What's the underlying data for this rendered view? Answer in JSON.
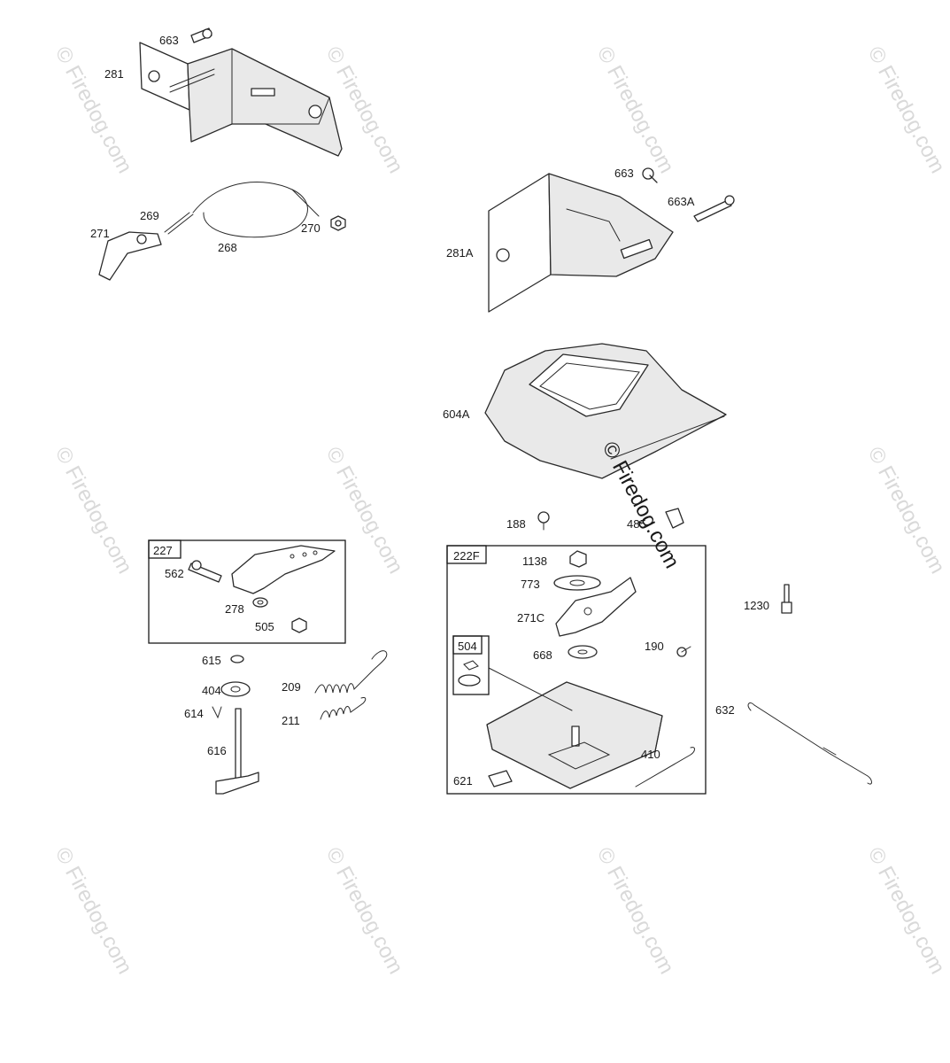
{
  "watermark": {
    "text": "© Firedog.com"
  },
  "callouts": {
    "p663": "663",
    "p281": "281",
    "p269": "269",
    "p271": "271",
    "p268": "268",
    "p270": "270",
    "p663b": "663",
    "p663A": "663A",
    "p281A": "281A",
    "p604A": "604A",
    "p188": "188",
    "p485": "485",
    "p1138": "1138",
    "p773": "773",
    "p271C": "271C",
    "p668": "668",
    "p190": "190",
    "p1230": "1230",
    "p632": "632",
    "p410": "410",
    "p621": "621",
    "p562": "562",
    "p278": "278",
    "p505": "505",
    "p615": "615",
    "p404": "404",
    "p209": "209",
    "p211": "211",
    "p614": "614",
    "p616": "616"
  },
  "kits": {
    "k227": "227",
    "k222F": "222F",
    "k504": "504"
  }
}
